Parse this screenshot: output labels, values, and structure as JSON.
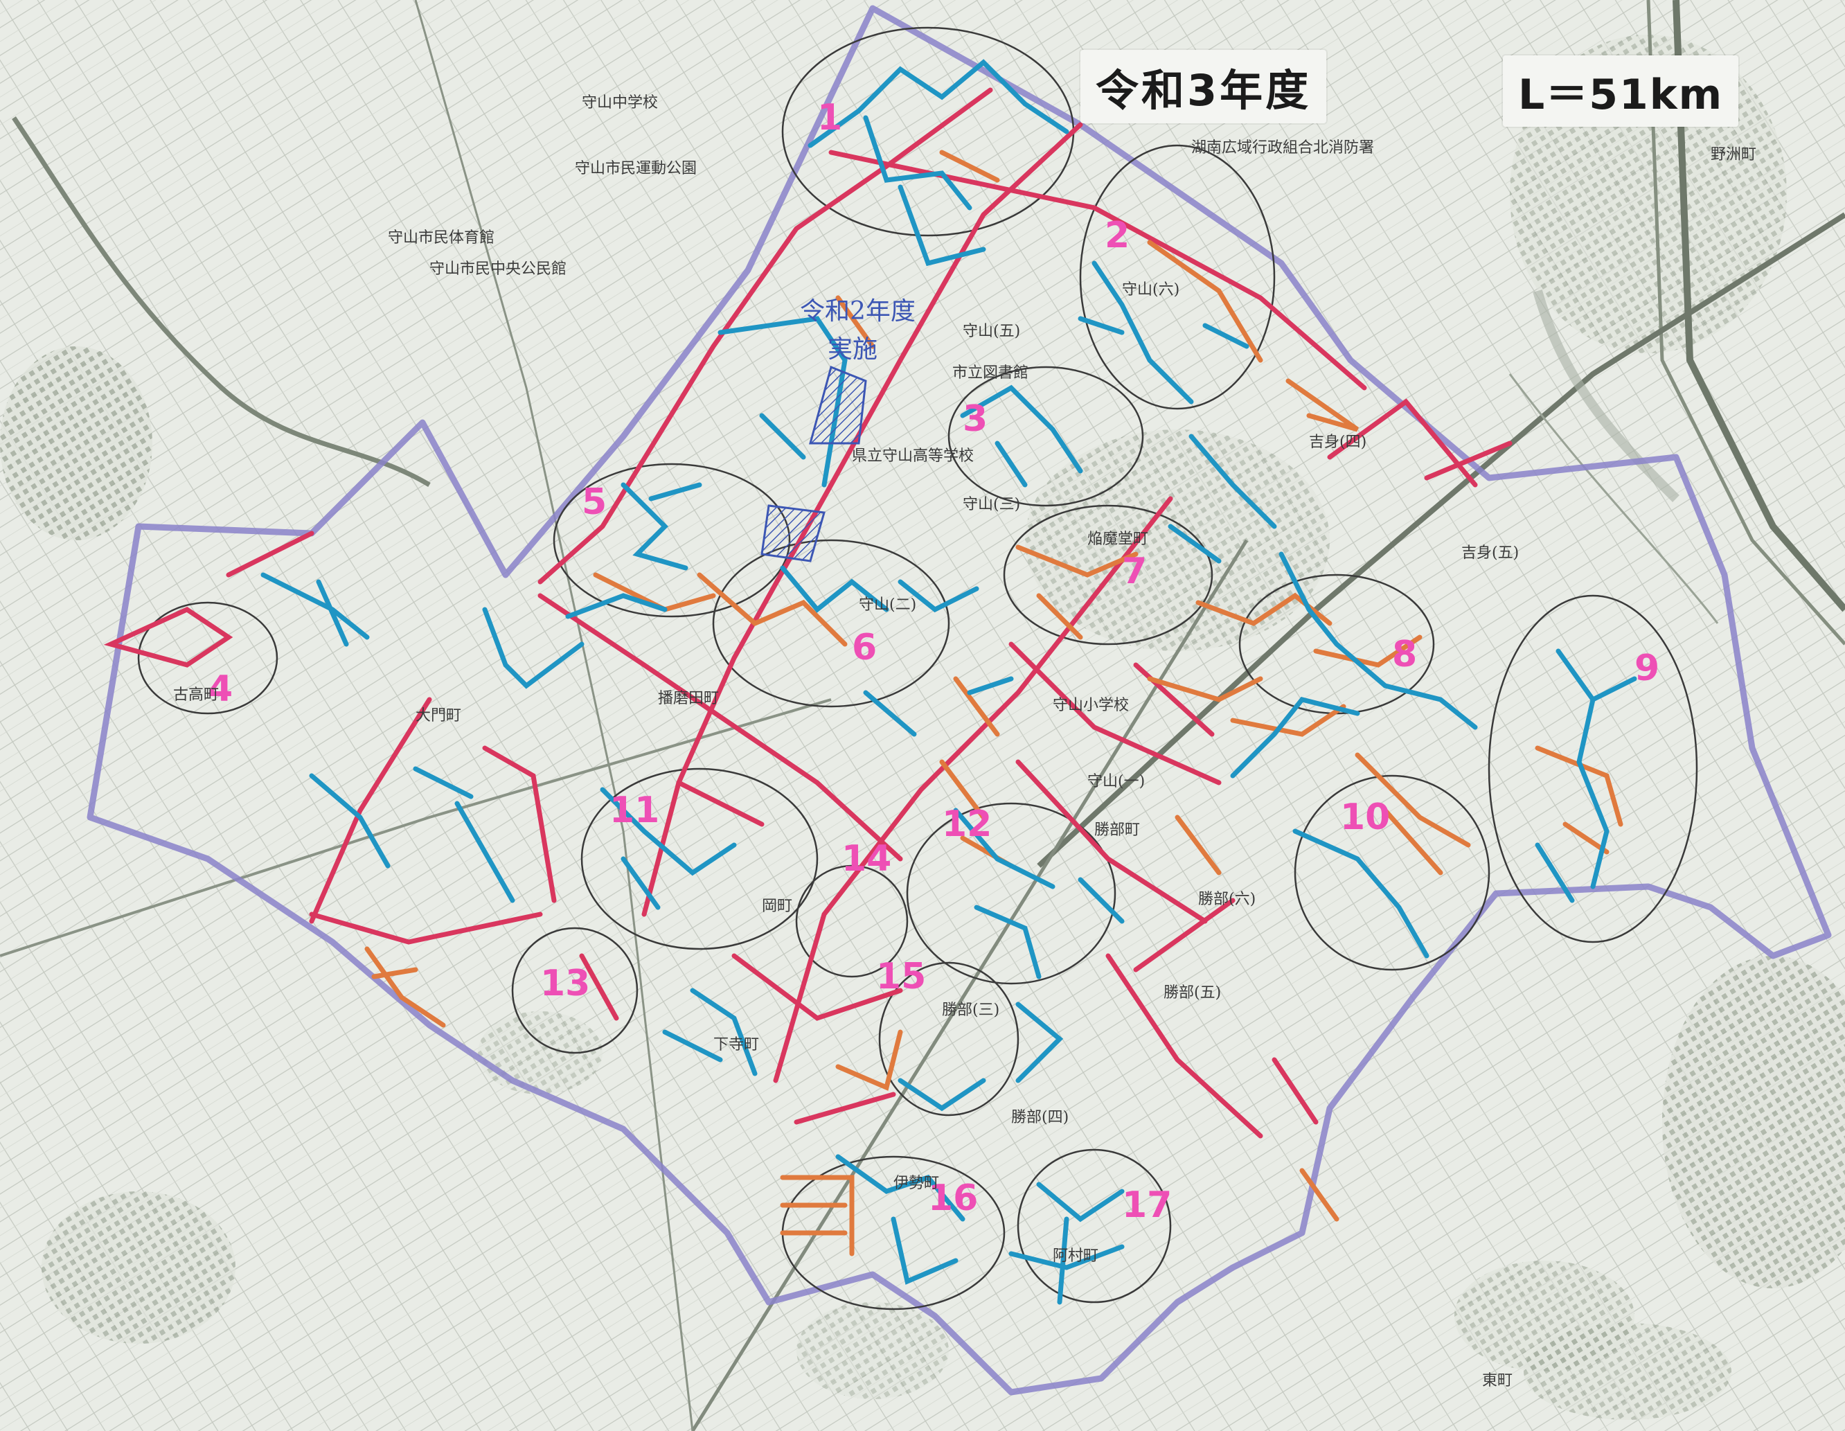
{
  "map": {
    "title": "令和3年度",
    "length_label": "L＝51km",
    "colors": {
      "background": "#e9ece6",
      "boundary": "#8a82c9",
      "pipe_blue": "#1f95c4",
      "pipe_orange": "#e07a3e",
      "pipe_red": "#d9365e",
      "district_number": "#ee4fb5",
      "handwritten_note": "#3c56b4"
    },
    "districts": [
      "1",
      "2",
      "3",
      "4",
      "5",
      "6",
      "7",
      "8",
      "9",
      "10",
      "11",
      "12",
      "13",
      "14",
      "15",
      "16",
      "17"
    ],
    "place_labels": [
      "守山中学校",
      "守山市民運動公園",
      "守山市民体育館",
      "守山市民中央公民館",
      "守山(六)",
      "守山(五)",
      "守山(三)",
      "守山(二)",
      "守山(一)",
      "市立図書館",
      "県立守山高等学校",
      "守山小学校",
      "勝部町",
      "勝部(六)",
      "勝部(五)",
      "勝部(四)",
      "勝部(三)",
      "阿村町",
      "岡町",
      "伊勢町",
      "下寺町",
      "大門町",
      "播磨田町",
      "吉身(四)",
      "吉身(五)",
      "野洲町",
      "湖南広域行政組合北消防署",
      "古高町",
      "焔魔堂町",
      "東町"
    ],
    "handwritten_note": {
      "line1": "令和2年度",
      "line2": "実施"
    }
  }
}
